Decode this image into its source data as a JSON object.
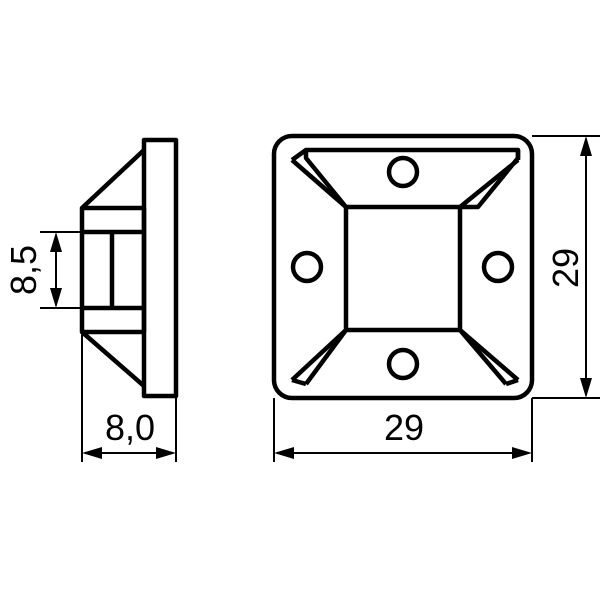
{
  "drawing": {
    "side_view": {
      "height_dimension": "8,5",
      "width_dimension": "8,0"
    },
    "front_view": {
      "width_dimension": "29",
      "height_dimension": "29"
    }
  }
}
